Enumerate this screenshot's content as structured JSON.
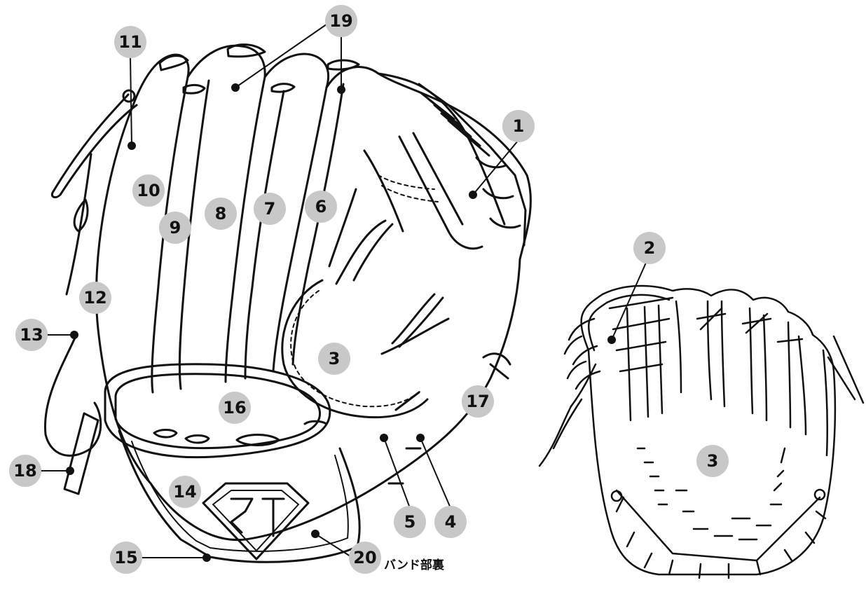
{
  "diagram": {
    "markers": [
      {
        "id": "1",
        "text": "1"
      },
      {
        "id": "2",
        "text": "2"
      },
      {
        "id": "3a",
        "text": "3"
      },
      {
        "id": "3b",
        "text": "3"
      },
      {
        "id": "4",
        "text": "4"
      },
      {
        "id": "5",
        "text": "5"
      },
      {
        "id": "6",
        "text": "6"
      },
      {
        "id": "7",
        "text": "7"
      },
      {
        "id": "8",
        "text": "8"
      },
      {
        "id": "9",
        "text": "9"
      },
      {
        "id": "10",
        "text": "10"
      },
      {
        "id": "11",
        "text": "11"
      },
      {
        "id": "12",
        "text": "12"
      },
      {
        "id": "13",
        "text": "13"
      },
      {
        "id": "14",
        "text": "14"
      },
      {
        "id": "15",
        "text": "15"
      },
      {
        "id": "16",
        "text": "16"
      },
      {
        "id": "17",
        "text": "17"
      },
      {
        "id": "18",
        "text": "18"
      },
      {
        "id": "19",
        "text": "19"
      },
      {
        "id": "20",
        "text": "20"
      }
    ],
    "caption_20": "バンド部裏"
  },
  "colors": {
    "marker_fill": "#c8c8c8",
    "line": "#111111",
    "background": "#ffffff"
  }
}
